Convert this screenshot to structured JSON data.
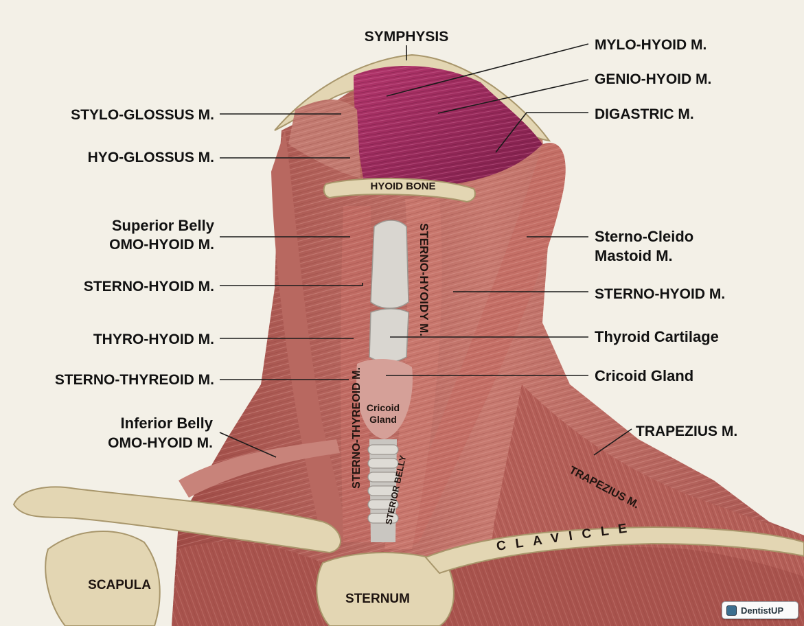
{
  "labels": {
    "symphysis": "SYMPHYSIS",
    "mylo_hyoid": "MYLO-HYOID M.",
    "genio_hyoid": "GENIO-HYOID M.",
    "digastric": "DIGASTRIC M.",
    "stylo_glossus": "STYLO-GLOSSUS M.",
    "hyo_glossus": "HYO-GLOSSUS M.",
    "superior_belly_1": "Superior Belly",
    "superior_belly_2": "OMO-HYOID M.",
    "sterno_hyoid_left": "STERNO-HYOID M.",
    "thyro_hyoid": "THYRO-HYOID M.",
    "sterno_thyreoid": "STERNO-THYREOID M.",
    "inferior_belly_1": "Inferior Belly",
    "inferior_belly_2": "OMO-HYOID M.",
    "scm_1": "Sterno-Cleido",
    "scm_2": "Mastoid M.",
    "sterno_hyoid_right": "STERNO-HYOID M.",
    "thyroid_cartilage": "Thyroid Cartilage",
    "cricoid_gland": "Cricoid Gland",
    "trapezius": "TRAPEZIUS M."
  },
  "inline_labels": {
    "hyoid_bone": "HYOID BONE",
    "sterno_hyoid_vertical": "STERNO-HYOIDY M.",
    "sterno_thyreoid_vertical": "STERNO-THYREOID M.",
    "cricoid_1": "Cricoid",
    "cricoid_2": "Gland",
    "sterior_belly": "STERIOR BELLY",
    "trapezius_on_muscle": "TRAPEZIUS M.",
    "clavicle": "CLAVICLE",
    "scapula": "SCAPULA",
    "sternum": "STERNUM"
  },
  "watermark": "DentistUP",
  "colors": {
    "background": "#f3f0e7",
    "muscle": "#b8615a",
    "suprahyoid_muscle": "#9c2a5c",
    "bone": "#e3d6b3",
    "cartilage": "#d9d6d0",
    "label_text": "#111111"
  }
}
